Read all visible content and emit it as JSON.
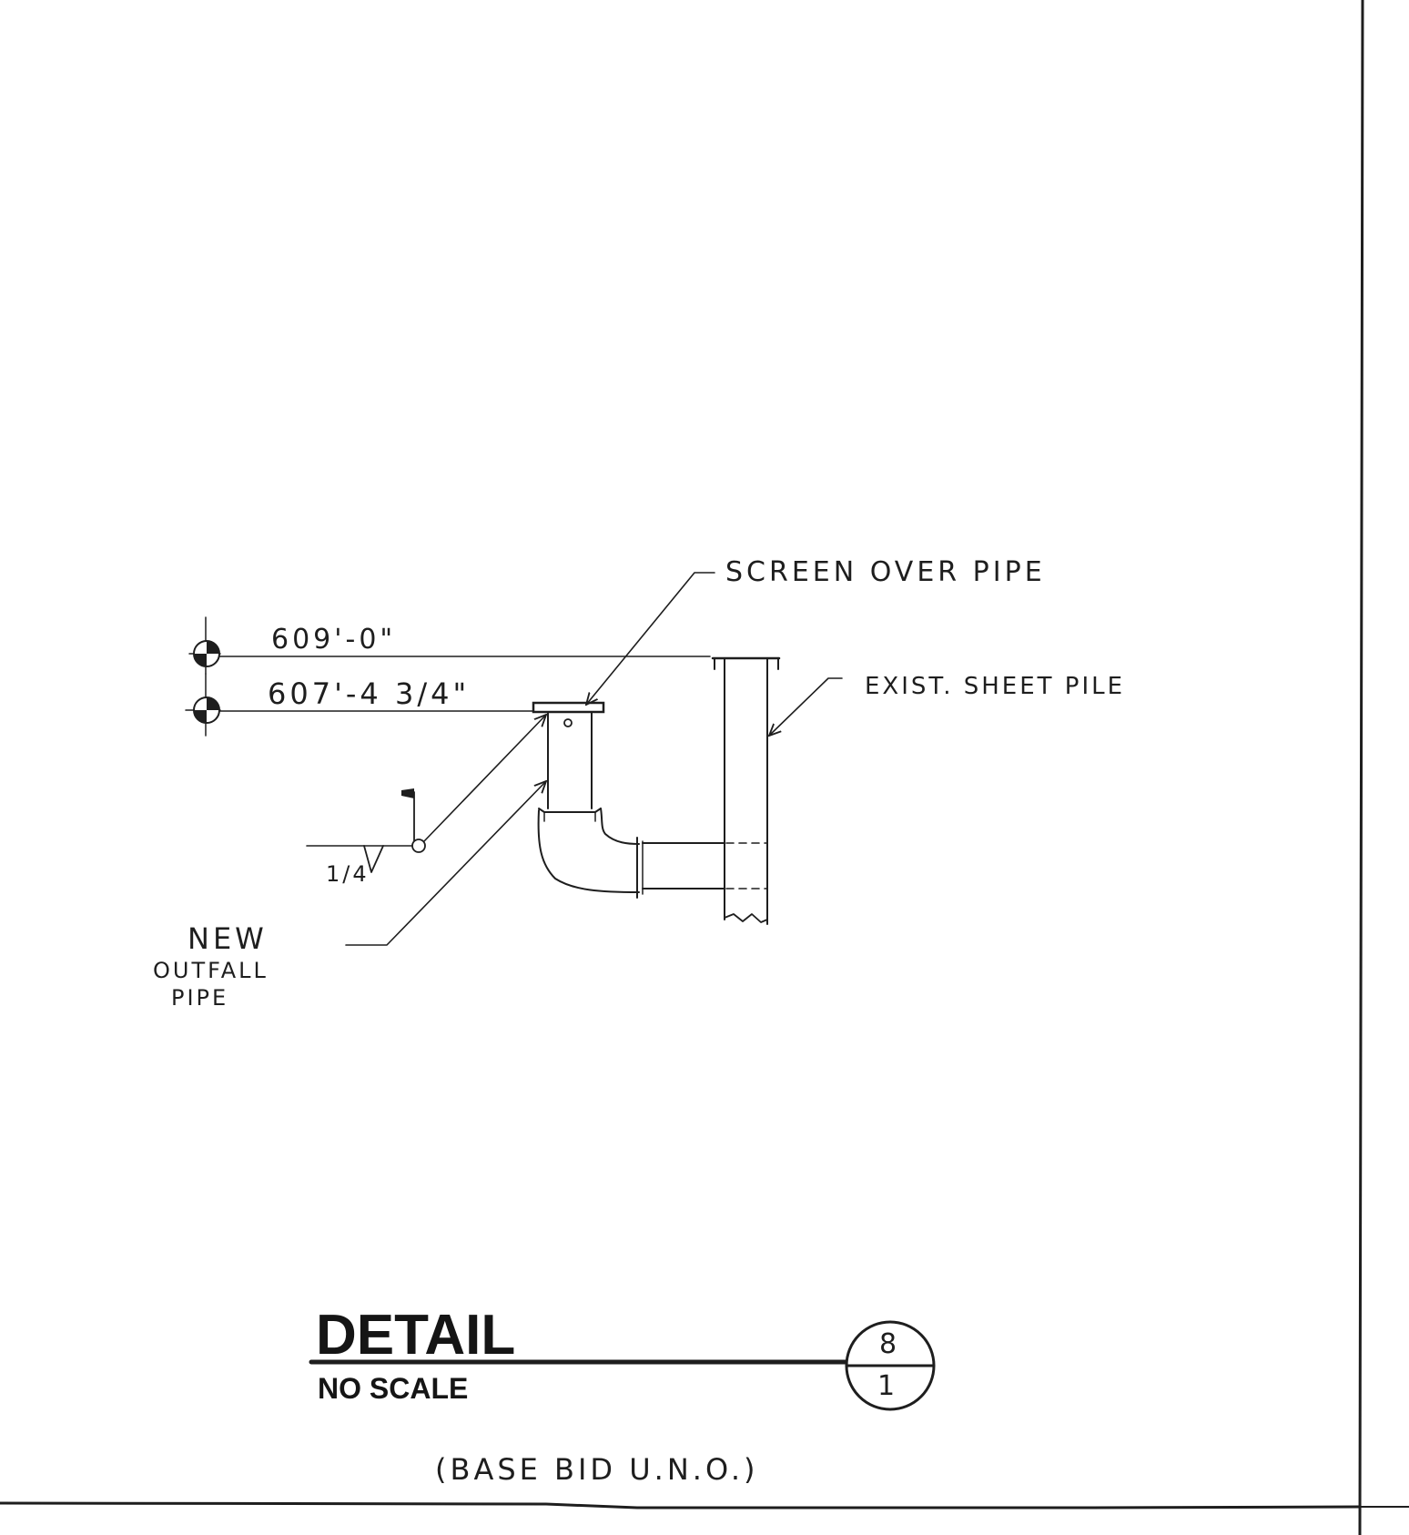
{
  "labels": {
    "screen_over_pipe": "SCREEN OVER PIPE",
    "exist_sheet_pile": "EXIST. SHEET PILE",
    "new": "NEW",
    "outfall": "OUTFALL",
    "pipe": "PIPE",
    "slope": "1/4",
    "note": "(BASE BID U.N.O.)"
  },
  "elevations": {
    "top": "609'-0\"",
    "pipe_top": "607'-4 3/4\""
  },
  "title_block": {
    "title": "DETAIL",
    "subtitle": "NO SCALE",
    "detail_number": "8",
    "sheet_number": "1"
  }
}
